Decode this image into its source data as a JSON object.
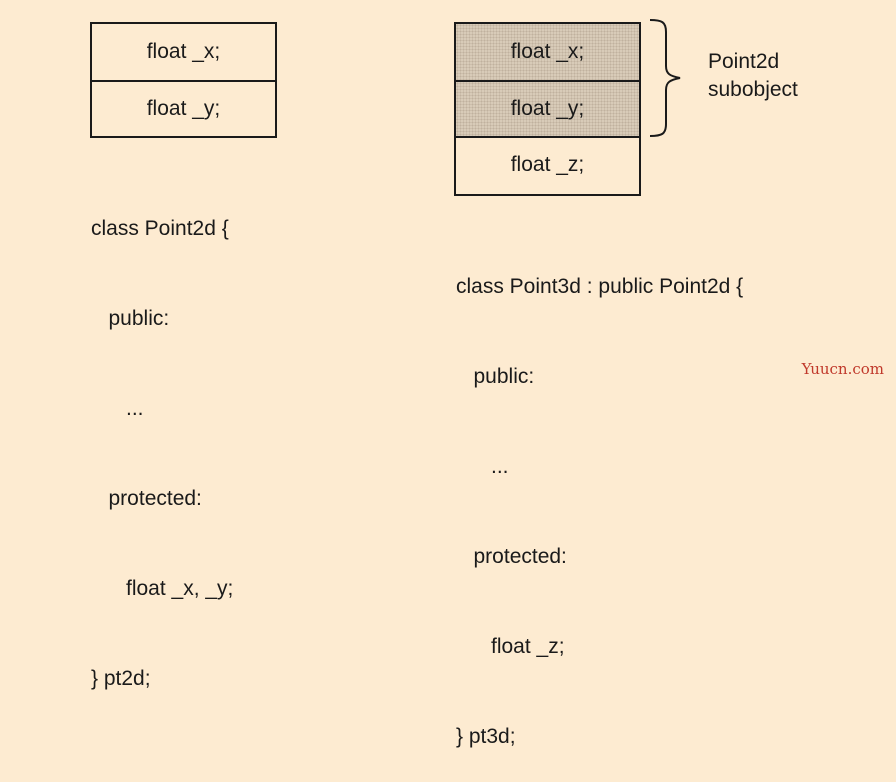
{
  "left": {
    "fields": [
      "float _x;",
      "float _y;"
    ],
    "code": [
      "class Point2d {",
      "   public:",
      "      ...",
      "   protected:",
      "      float _x, _y;",
      "} pt2d;"
    ]
  },
  "right": {
    "fields": [
      "float _x;",
      "float _y;",
      "float _z;"
    ],
    "shaded_count": 2,
    "subobject_label": [
      "Point2d",
      "subobject"
    ],
    "code": [
      "class Point3d : public Point2d {",
      "   public:",
      "      ...",
      "   protected:",
      "      float _z;",
      "} pt3d;"
    ]
  },
  "watermark": "Yuucn.com",
  "colors": {
    "background": "#fdebd1",
    "shaded": "#d8cbb8",
    "watermark": "#c0392b"
  }
}
